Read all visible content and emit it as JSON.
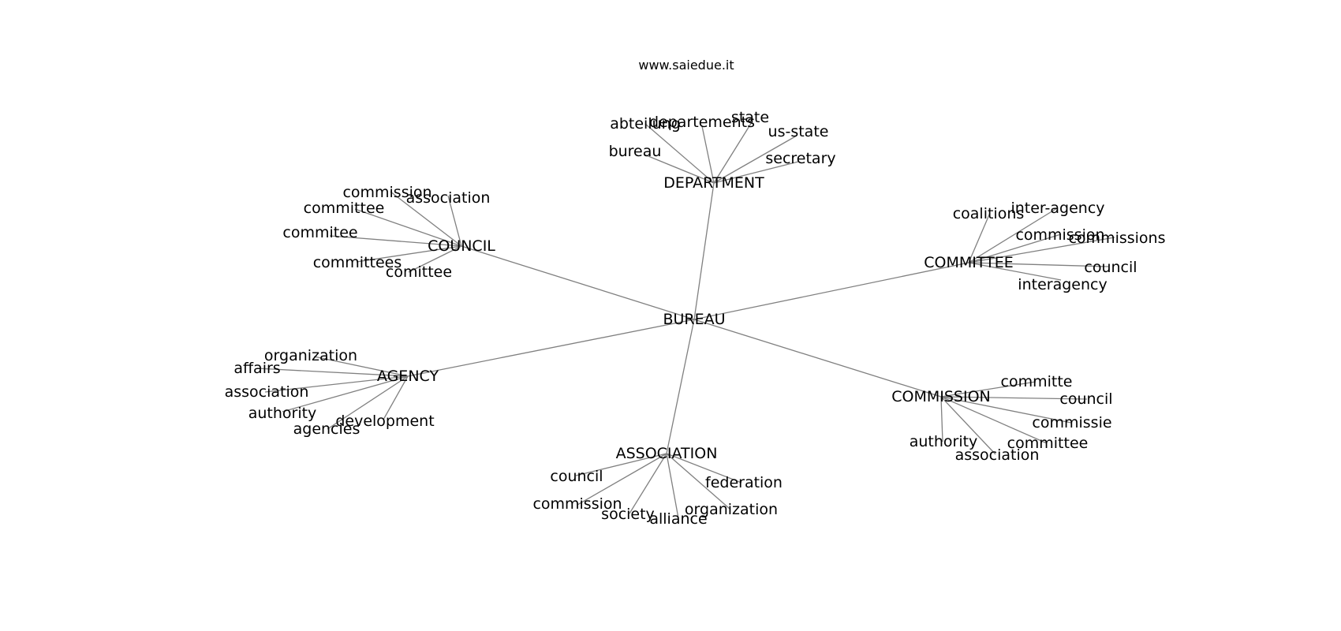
{
  "header": {
    "site": "www.saiedue.it"
  },
  "colors": {
    "edge": "#808080",
    "text": "#000000",
    "background": "#ffffff"
  },
  "center": "BUREAU",
  "clusters": [
    {
      "hub": "DEPARTMENT",
      "leaves": [
        "abteilung",
        "departements",
        "state",
        "us-state",
        "secretary",
        "bureau"
      ]
    },
    {
      "hub": "COUNCIL",
      "leaves": [
        "commission",
        "association",
        "committee",
        "commitee",
        "committees",
        "comittee"
      ]
    },
    {
      "hub": "COMMITTEE",
      "leaves": [
        "coalitions",
        "inter-agency",
        "commission",
        "commissions",
        "council",
        "interagency"
      ]
    },
    {
      "hub": "AGENCY",
      "leaves": [
        "organization",
        "affairs",
        "association",
        "authority",
        "agencies",
        "development"
      ]
    },
    {
      "hub": "COMMISSION",
      "leaves": [
        "committe",
        "council",
        "commissie",
        "committee",
        "association",
        "authority"
      ]
    },
    {
      "hub": "ASSOCIATION",
      "leaves": [
        "council",
        "commission",
        "society",
        "alliance",
        "organization",
        "federation"
      ]
    }
  ]
}
